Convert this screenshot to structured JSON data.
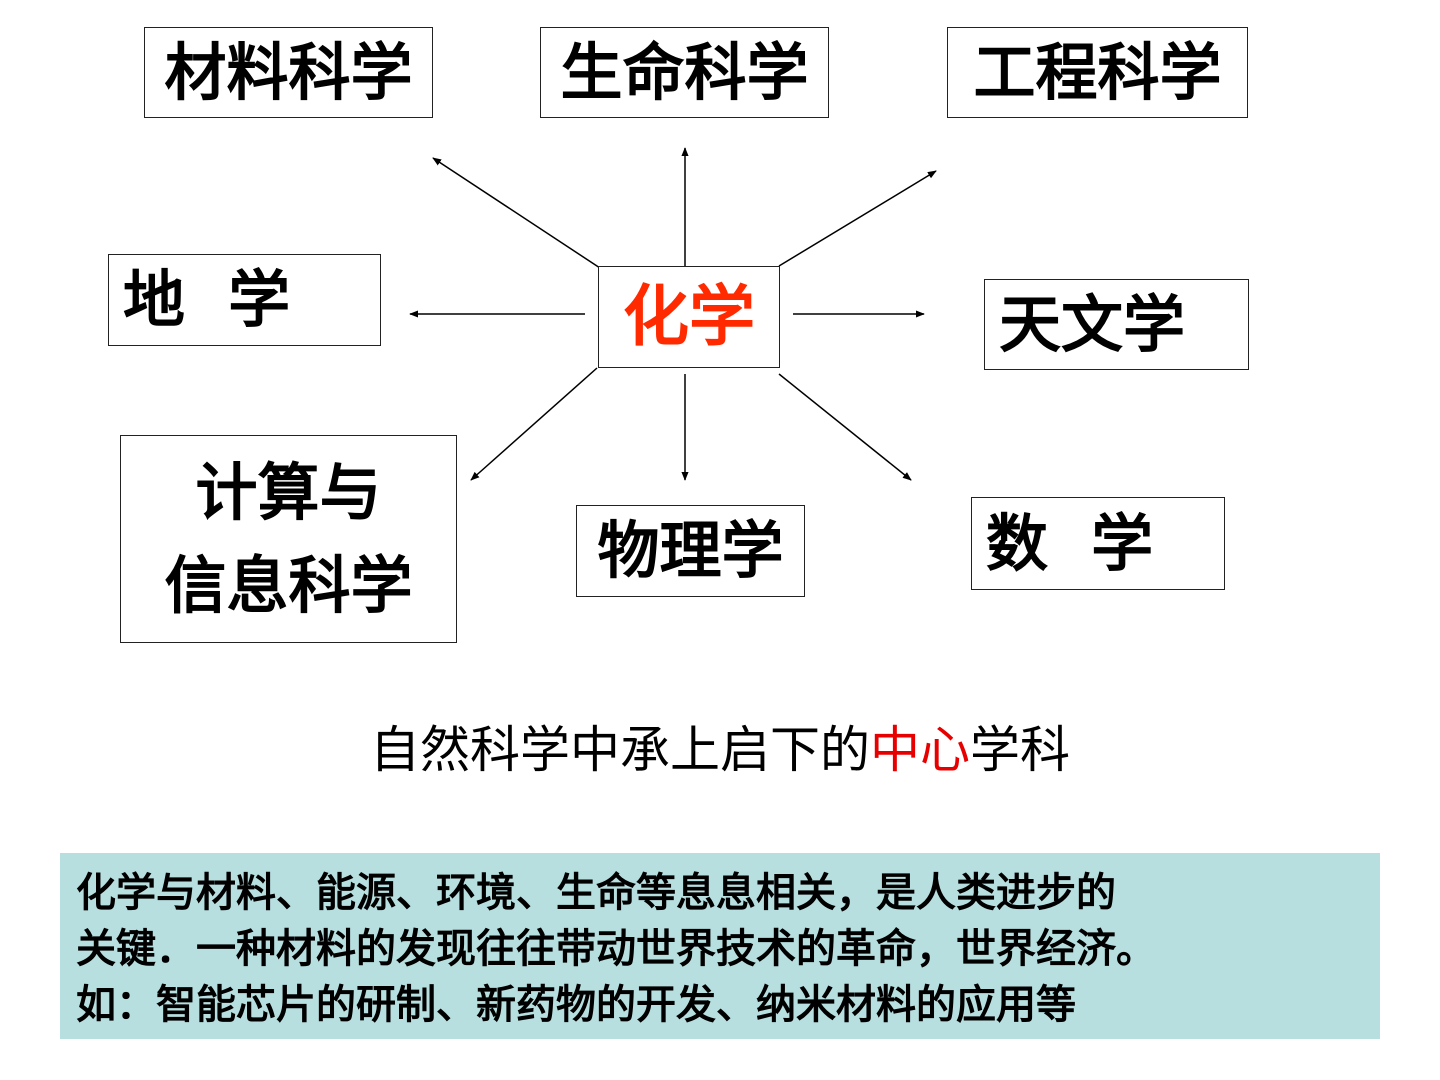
{
  "center_node": {
    "label": "化学",
    "color": "#ff2a00"
  },
  "nodes": {
    "materials": "材料科学",
    "life": "生命科学",
    "engineering": "工程科学",
    "geo": "地  学",
    "astronomy": "天文学",
    "computing_line1": "计算与",
    "computing_line2": "信息科学",
    "physics": "物理学",
    "math": "数  学"
  },
  "caption": {
    "before": "自然科学中承上启下的",
    "highlight": "中心",
    "after": "学科",
    "highlight_color": "#e60000"
  },
  "note": {
    "background": "#b7dfe0",
    "lines": [
      "化学与材料、能源、环境、生命等息息相关，是人类进步的",
      "关键．一种材料的发现往往带动世界技术的革命，世界经济。",
      "如：智能芯片的研制、新药物的开发、纳米材料的应用等"
    ]
  }
}
